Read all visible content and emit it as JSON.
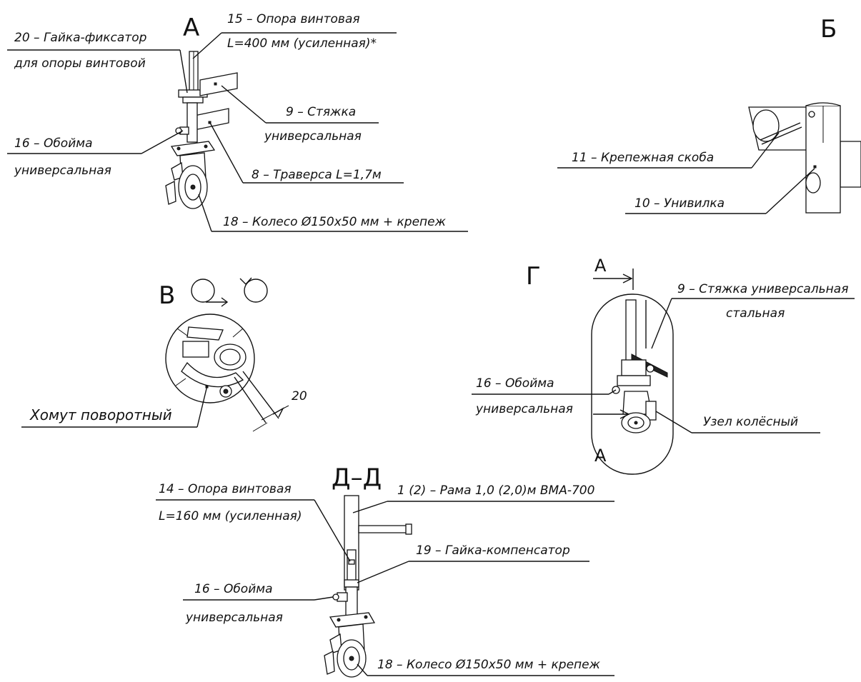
{
  "views": {
    "a": {
      "title": "А",
      "labels": {
        "support_screw_400_l1": "15 – Опора винтовая",
        "support_screw_400_l2": "L=400 мм (усиленная)*",
        "nut_lock_l1": "20 – Гайка-фиксатор",
        "nut_lock_l2": "для опоры винтовой",
        "tie_l1": "9 – Стяжка",
        "tie_l2": "универсальная",
        "clip_l1": "16 – Обойма",
        "clip_l2": "универсальная",
        "traverse": "8 – Траверса L=1,7м",
        "wheel": "18 – Колесо Ø150х50 мм + крепеж"
      }
    },
    "b": {
      "title": "Б",
      "labels": {
        "bracket": "11 – Крепежная скоба",
        "univilka": "10 – Унивилка"
      }
    },
    "v": {
      "title": "В",
      "labels": {
        "clamp": "Хомут поворотный",
        "dimension": "20"
      }
    },
    "g": {
      "title": "Г",
      "section_mark": "А",
      "labels": {
        "tie_steel_l1": "9 – Стяжка универсальная",
        "tie_steel_l2": "стальная",
        "clip_l1": "16 – Обойма",
        "clip_l2": "универсальная",
        "wheel_unit": "Узел колёсный"
      }
    },
    "d": {
      "title": "Д–Д",
      "labels": {
        "support_screw_160_l1": "14 – Опора винтовая",
        "support_screw_160_l2": "L=160 мм (усиленная)",
        "frame": "1 (2) – Рама 1,0 (2,0)м ВМА-700",
        "nut_comp": "19 – Гайка-компенсатор",
        "clip_l1": "16 – Обойма",
        "clip_l2": "универсальная",
        "wheel": "18 – Колесо Ø150х50 мм + крепеж"
      }
    }
  }
}
